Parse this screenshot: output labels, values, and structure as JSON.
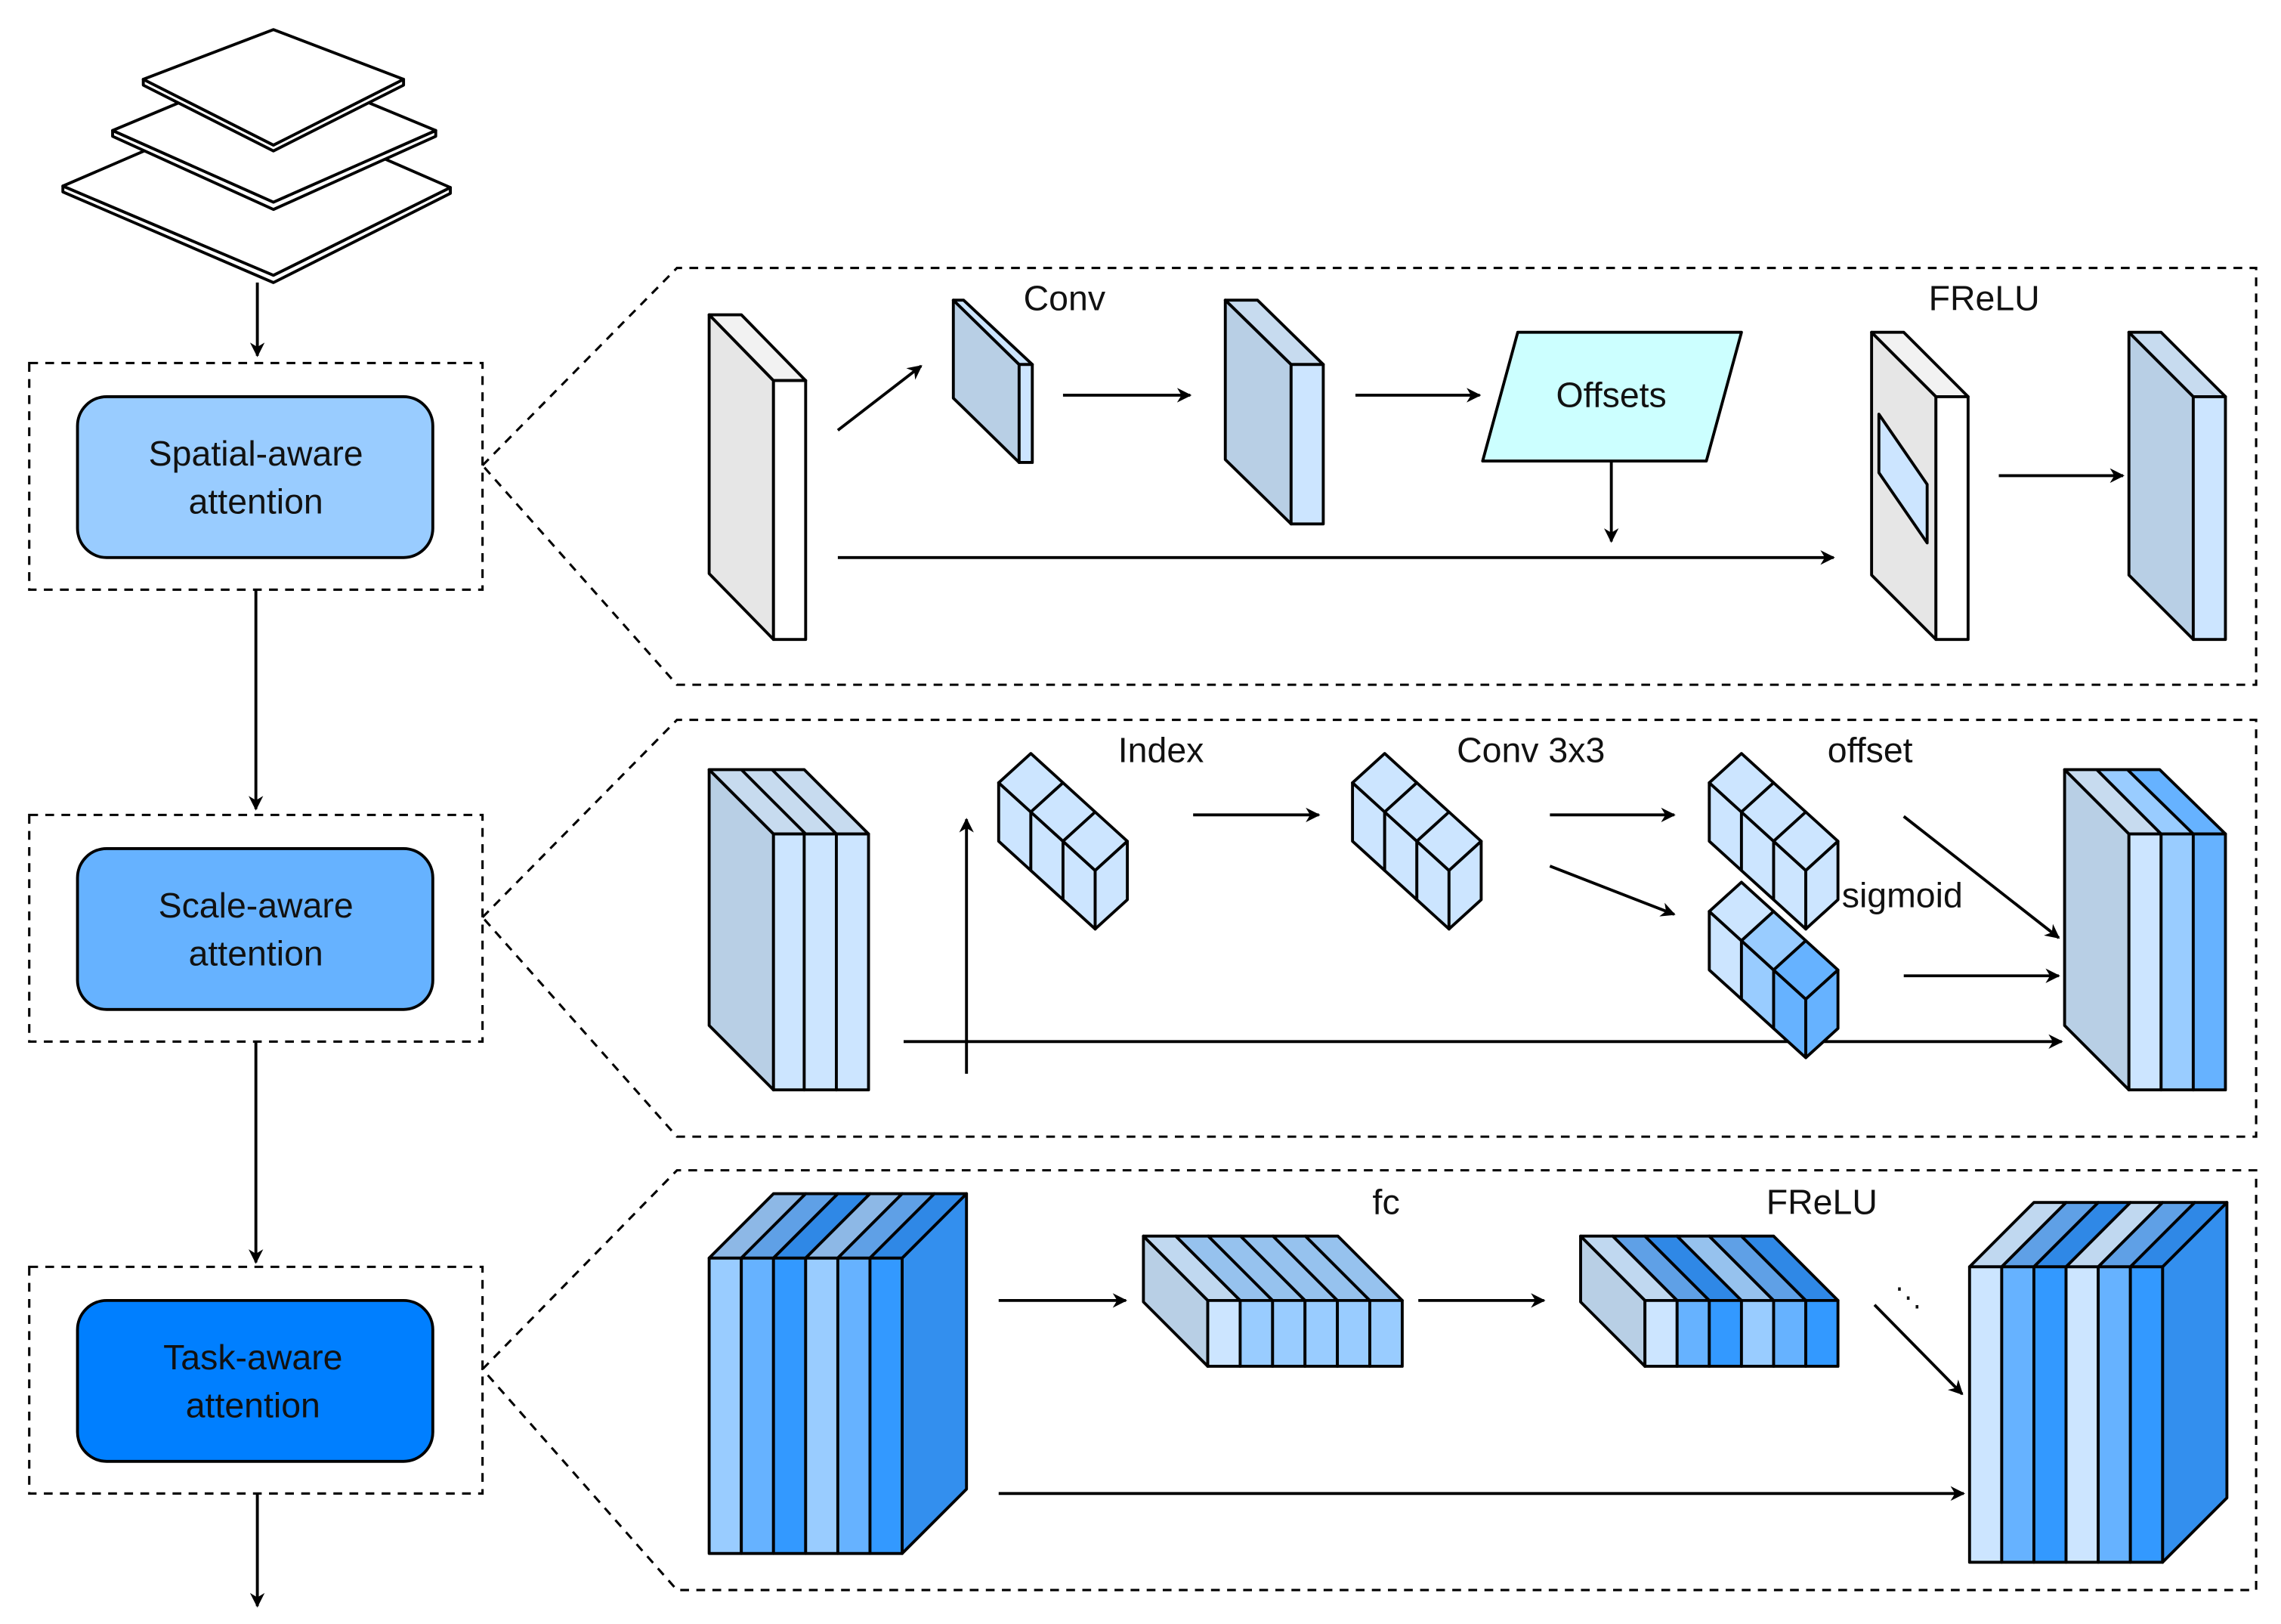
{
  "pipeline": {
    "stages": [
      {
        "label_line1": "Spatial-aware",
        "label_line2": "attention",
        "color": "#99ccff"
      },
      {
        "label_line1": "Scale-aware",
        "label_line2": "attention",
        "color": "#66b2ff"
      },
      {
        "label_line1": "Task-aware",
        "label_line2": "attention",
        "color": "#007fff"
      }
    ]
  },
  "spatial_panel": {
    "conv_label": "Conv",
    "offsets_label": "Offsets",
    "frelu_label": "FReLU",
    "offsets_color": "#ccffff"
  },
  "scale_panel": {
    "index_label": "Index",
    "conv_label": "Conv 3x3",
    "offset_label": "offset",
    "sigmoid_label": "sigmoid"
  },
  "task_panel": {
    "fc_label": "fc",
    "frelu_label": "FReLU",
    "ellipsis": "⋱"
  },
  "colors": {
    "gray_face": "#e6e6e6",
    "gray_top": "#f2f2f2",
    "blue_side": "#b8cfe5",
    "blue_light": "#cce5ff",
    "blue_mid": "#99ccff",
    "blue_med": "#66b2ff",
    "blue_strong": "#3399ff",
    "blue_dark": "#338fee"
  }
}
